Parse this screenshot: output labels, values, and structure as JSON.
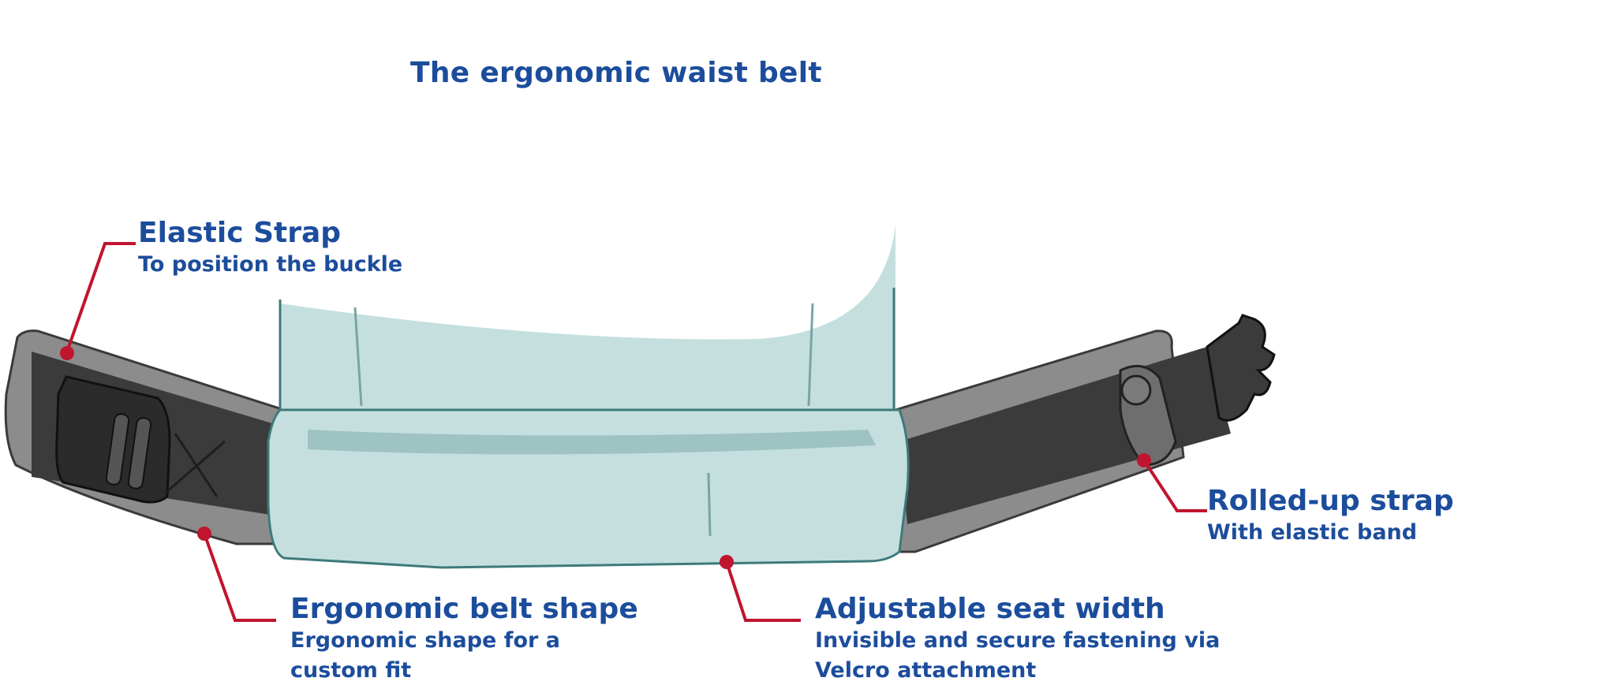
{
  "title": "The ergonomic waist belt",
  "callouts": {
    "elastic_strap": {
      "heading": "Elastic Strap",
      "sub": [
        "To position the buckle"
      ]
    },
    "belt_shape": {
      "heading": "Ergonomic belt shape",
      "sub": [
        "Ergonomic shape for a",
        "custom fit"
      ]
    },
    "seat_width": {
      "heading": "Adjustable seat width",
      "sub": [
        "Invisible and secure fastening via",
        "Velcro attachment"
      ]
    },
    "rolled_strap": {
      "heading": "Rolled-up strap",
      "sub": [
        "With elastic band"
      ]
    }
  },
  "colors": {
    "text": "#1c4d9c",
    "leader": "#c0152f",
    "belt_outer": "#8a8a8a",
    "belt_inner": "#3a3a3a",
    "seat": "#c5dfdf",
    "seat_shadow": "#9fc3c3"
  }
}
